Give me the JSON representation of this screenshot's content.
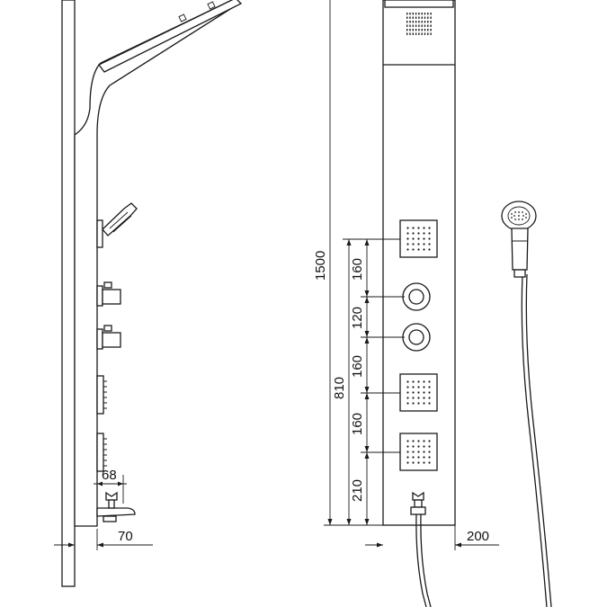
{
  "dimensions": {
    "total_height": "1500",
    "lower_span": "810",
    "spacing_1": "160",
    "spacing_2": "120",
    "spacing_3": "160",
    "spacing_4": "160",
    "spacing_5": "210",
    "spout_projection": "68",
    "depth": "70",
    "hose_offset": "200"
  },
  "colors": {
    "line": "#1a1a1a",
    "background": "#ffffff"
  },
  "icons": [
    "side-view-panel",
    "front-view-panel",
    "hand-shower-icon",
    "jet-nozzle-icon",
    "mixer-knob-icon"
  ]
}
